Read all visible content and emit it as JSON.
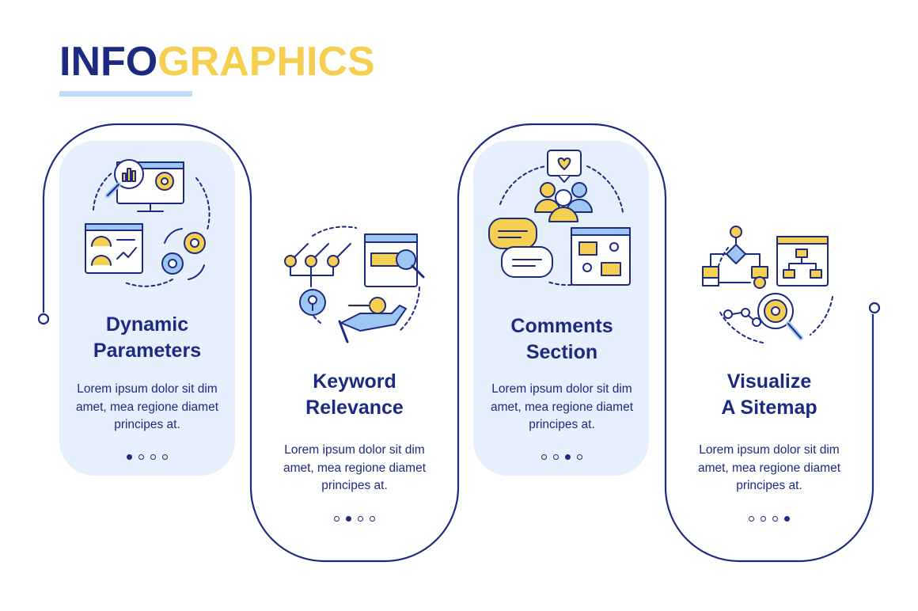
{
  "header": {
    "title_part1": "INFO",
    "title_part2": "GRAPHICS"
  },
  "colors": {
    "navy": "#1d2a82",
    "yellow": "#f5cf4f",
    "light_blue": "#e5f0fc",
    "icon_blue": "#9dc6f3"
  },
  "steps": [
    {
      "title_line1": "Dynamic",
      "title_line2": "Parameters",
      "desc_line1": "Lorem ipsum dolor sit dim",
      "desc_line2": "amet, mea regione diamet",
      "desc_line3": "principes at.",
      "icon": "dashboard-analytics-icon",
      "active_dot": 1
    },
    {
      "title_line1": "Keyword",
      "title_line2": "Relevance",
      "desc_line1": "Lorem ipsum dolor sit dim",
      "desc_line2": "amet, mea regione diamet",
      "desc_line3": "principes at.",
      "icon": "keywords-search-icon",
      "active_dot": 2
    },
    {
      "title_line1": "Comments",
      "title_line2": "Section",
      "desc_line1": "Lorem ipsum dolor sit dim",
      "desc_line2": "amet, mea regione diamet",
      "desc_line3": "principes at.",
      "icon": "comments-chat-icon",
      "active_dot": 3
    },
    {
      "title_line1": "Visualize",
      "title_line2": "A Sitemap",
      "desc_line1": "Lorem ipsum dolor sit dim",
      "desc_line2": "amet, mea regione diamet",
      "desc_line3": "principes at.",
      "icon": "sitemap-flowchart-icon",
      "active_dot": 4
    }
  ]
}
